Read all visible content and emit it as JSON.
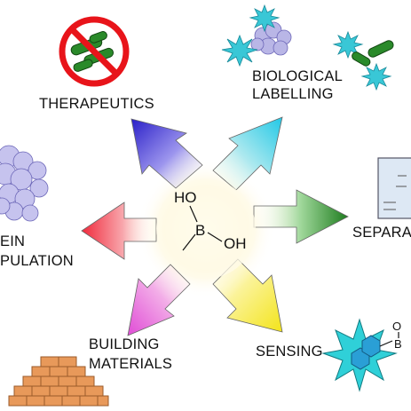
{
  "labels": {
    "therapeutics": "THERAPEUTICS",
    "biological_1": "BIOLOGICAL",
    "biological_2": "LABELLING",
    "protein_1": "EIN",
    "protein_2": "PULATION",
    "separation": "SEPARA",
    "building_1": "BUILDING",
    "building_2": "MATERIALS",
    "sensing": "SENSING"
  },
  "molecule": {
    "oh_top": "HO",
    "boron": "B",
    "oh_right": "OH"
  },
  "sensor_molecule": {
    "oxygen": "O",
    "boron": "B"
  },
  "colors": {
    "center": "#fffbe0",
    "arrow_therapeutics": "#3a2fd6",
    "arrow_labelling": "#3ad2e8",
    "arrow_separation": "#2a8a2a",
    "arrow_sensing": "#f5ea30",
    "arrow_building": "#e65ad8",
    "arrow_protein": "#f03a4a",
    "no_sign": "#e8141a",
    "bacteria": "#2a8a2a",
    "star": "#39c7d6",
    "brick": "#e8995a"
  }
}
